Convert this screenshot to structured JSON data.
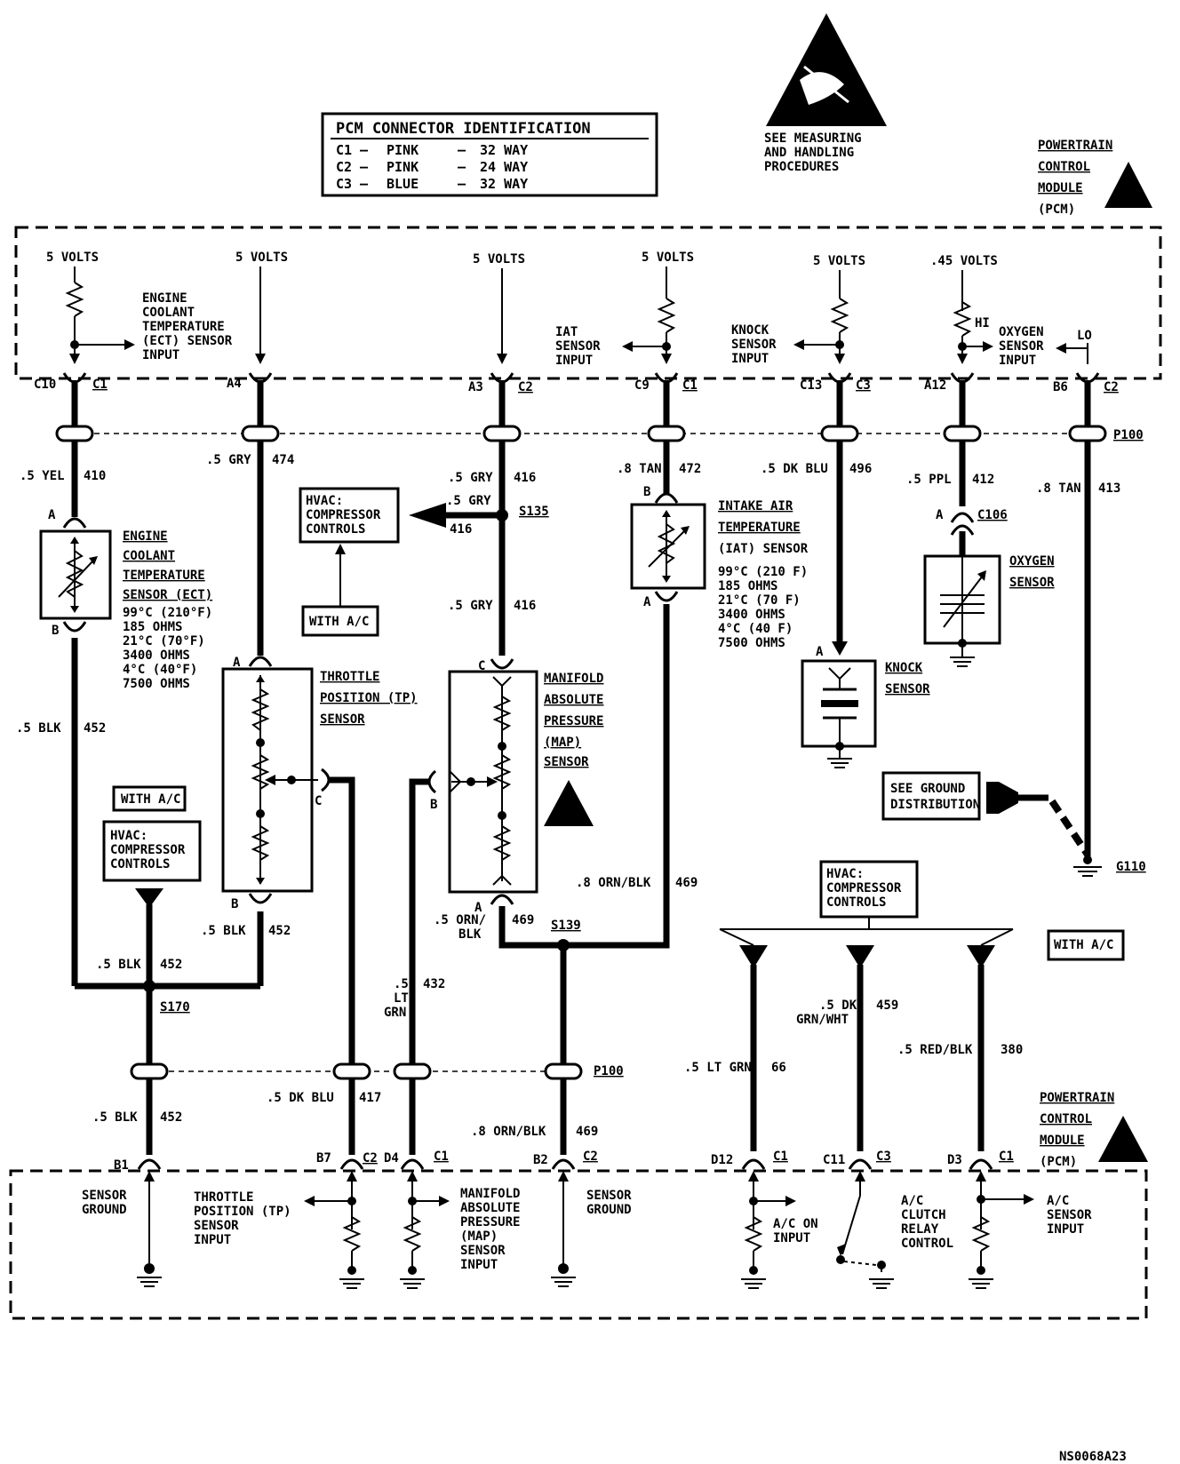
{
  "legend": {
    "title": "PCM CONNECTOR IDENTIFICATION",
    "rows": [
      {
        "id": "C1",
        "color": "PINK",
        "ways": "32 WAY"
      },
      {
        "id": "C2",
        "color": "PINK",
        "ways": "24 WAY"
      },
      {
        "id": "C3",
        "color": "BLUE",
        "ways": "32 WAY"
      }
    ]
  },
  "esd_note": {
    "l1": "SEE MEASURING",
    "l2": "AND HANDLING",
    "l3": "PROCEDURES"
  },
  "pcm_label": {
    "l1": "POWERTRAIN",
    "l2": "CONTROL",
    "l3": "MODULE",
    "l4": "(PCM)"
  },
  "top_sources": {
    "s1": "5 VOLTS",
    "s2": "5 VOLTS",
    "s3": "5 VOLTS",
    "s4": "5 VOLTS",
    "s5": "5 VOLTS",
    "s6": ".45 VOLTS"
  },
  "top_inputs": {
    "ect": {
      "l1": "ENGINE",
      "l2": "COOLANT",
      "l3": "TEMPERATURE",
      "l4": "(ECT) SENSOR",
      "l5": "INPUT"
    },
    "iat": {
      "l1": "IAT",
      "l2": "SENSOR",
      "l3": "INPUT"
    },
    "knock": {
      "l1": "KNOCK",
      "l2": "SENSOR",
      "l3": "INPUT"
    },
    "o2": {
      "l1": "OXYGEN",
      "l2": "SENSOR",
      "l3": "INPUT"
    },
    "hi": "HI",
    "lo": "LO"
  },
  "top_pins": {
    "p1": "C10",
    "c1": "C1",
    "p2": "A4",
    "p3": "A3",
    "c3": "C2",
    "p4": "C9",
    "c4": "C1",
    "p5": "C13",
    "c5": "C3",
    "p6": "A12",
    "p7": "B6",
    "c7": "C2"
  },
  "p100": "P100",
  "wires": {
    "w410": {
      "size": ".5 YEL",
      "num": "410"
    },
    "w474": {
      "size": ".5 GRY",
      "num": "474"
    },
    "w416a": {
      "size": ".5 GRY",
      "num": "416"
    },
    "w416b": {
      "size": ".5 GRY",
      "num": "416"
    },
    "w416c": {
      "size": ".5 GRY",
      "num": "416"
    },
    "w472": {
      "size": ".8 TAN",
      "num": "472"
    },
    "w496": {
      "size": ".5 DK BLU",
      "num": "496"
    },
    "w412": {
      "size": ".5 PPL",
      "num": "412"
    },
    "w413": {
      "size": ".8 TAN",
      "num": "413"
    },
    "w452a": {
      "size": ".5 BLK",
      "num": "452"
    },
    "w452b": {
      "size": ".5 BLK",
      "num": "452"
    },
    "w452c": {
      "size": ".5 BLK",
      "num": "452"
    },
    "w452d": {
      "size": ".5 BLK",
      "num": "452"
    },
    "w469a": {
      "size": ".8 ORN/BLK",
      "num": "469"
    },
    "w469b": {
      "size1": ".5 ORN/",
      "size2": "BLK",
      "num": "469"
    },
    "w469c": {
      "size": ".8 ORN/BLK",
      "num": "469"
    },
    "w432": {
      "s1": ".5",
      "s2": "LT",
      "s3": "GRN",
      "num": "432"
    },
    "w417": {
      "size": ".5 DK BLU",
      "num": "417"
    },
    "w66": {
      "size": ".5 LT GRN",
      "num": "66"
    },
    "w459": {
      "size1": ".5 DK",
      "size2": "GRN/WHT",
      "num": "459"
    },
    "w380": {
      "size": ".5 RED/BLK",
      "num": "380"
    }
  },
  "splices": {
    "s135": "S135",
    "s139": "S139",
    "s170": "S170"
  },
  "hvac_top": {
    "l1": "HVAC:",
    "l2": "COMPRESSOR",
    "l3": "CONTROLS",
    "with_ac": "WITH A/C"
  },
  "hvac_left": {
    "with_ac": "WITH A/C",
    "l1": "HVAC:",
    "l2": "COMPRESSOR",
    "l3": "CONTROLS"
  },
  "hvac_right": {
    "l1": "HVAC:",
    "l2": "COMPRESSOR",
    "l3": "CONTROLS",
    "with_ac": "WITH A/C"
  },
  "ect_sensor": {
    "l1": "ENGINE",
    "l2": "COOLANT",
    "l3": "TEMPERATURE",
    "l4": "SENSOR (ECT)",
    "v1": "99°C (210°F)",
    "v2": "185 OHMS",
    "v3": "21°C (70°F)",
    "v4": "3400 OHMS",
    "v5": "4°C (40°F)",
    "v6": "7500 OHMS",
    "pa": "A",
    "pb": "B"
  },
  "iat_sensor": {
    "l1": "INTAKE AIR",
    "l2": "TEMPERATURE",
    "l3": "(IAT) SENSOR",
    "v1": "99°C (210 F)",
    "v2": "185 OHMS",
    "v3": "21°C (70 F)",
    "v4": "3400 OHMS",
    "v5": "4°C (40 F)",
    "v6": "7500 OHMS",
    "pa": "A",
    "pb": "B"
  },
  "tp_sensor": {
    "l1": "THROTTLE",
    "l2": "POSITION (TP)",
    "l3": "SENSOR",
    "pa": "A",
    "pb": "B",
    "pc": "C"
  },
  "map_sensor": {
    "l1": "MANIFOLD",
    "l2": "ABSOLUTE",
    "l3": "PRESSURE",
    "l4": "(MAP)",
    "l5": "SENSOR",
    "pa": "A",
    "pb": "B",
    "pc": "C"
  },
  "knock_sensor": {
    "l1": "KNOCK",
    "l2": "SENSOR",
    "pa": "A"
  },
  "o2_sensor": {
    "l1": "OXYGEN",
    "l2": "SENSOR",
    "pa": "A",
    "conn": "C106"
  },
  "ground_dist": {
    "l1": "SEE GROUND",
    "l2": "DISTRIBUTION",
    "g": "G110"
  },
  "bottom_pins": {
    "b1": "B1",
    "b7": "B7",
    "c2a": "C2",
    "d4": "D4",
    "c1a": "C1",
    "b2": "B2",
    "c2b": "C2",
    "d12": "D12",
    "c1b": "C1",
    "c11": "C11",
    "c3": "C3",
    "d3": "D3",
    "c1c": "C1"
  },
  "bottom_inputs": {
    "sg1": {
      "l1": "SENSOR",
      "l2": "GROUND"
    },
    "tp": {
      "l1": "THROTTLE",
      "l2": "POSITION (TP)",
      "l3": "SENSOR",
      "l4": "INPUT"
    },
    "map": {
      "l1": "MANIFOLD",
      "l2": "ABSOLUTE",
      "l3": "PRESSURE",
      "l4": "(MAP)",
      "l5": "SENSOR",
      "l6": "INPUT"
    },
    "sg2": {
      "l1": "SENSOR",
      "l2": "GROUND"
    },
    "acon": {
      "l1": "A/C ON",
      "l2": "INPUT"
    },
    "acclutch": {
      "l1": "A/C",
      "l2": "CLUTCH",
      "l3": "RELAY",
      "l4": "CONTROL"
    },
    "acsensor": {
      "l1": "A/C",
      "l2": "SENSOR",
      "l3": "INPUT"
    }
  },
  "figure_id": "NS0068A23"
}
